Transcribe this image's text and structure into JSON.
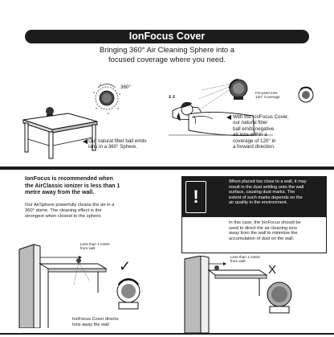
{
  "header": {
    "title": "IonFocus Cover",
    "subtitle_line1": "Bringing 360° Air Cleaning Sphere into a",
    "subtitle_line2": "focused coverage where you need."
  },
  "illustration_left": {
    "label_360": "360°",
    "caption_line1": "Our natural fiber ball emits",
    "caption_line2": "ions in a 360° Sphere."
  },
  "illustration_right": {
    "zz": "z z",
    "label_focused_line1": "Focused Ions",
    "label_focused_line2": "120° Coverage",
    "caption_lines": [
      "With the IonFocus Cover,",
      "our natural fiber",
      "ball emits negative",
      "air ions within a",
      "coverage of 120° in",
      "a forward direction."
    ]
  },
  "section2": {
    "bold_lines": [
      "IonFocus is recommended when",
      "the AirClassic ionizer is less than 1",
      "metre away from the wall."
    ],
    "body_lines": [
      "Our AirSphere powerfully cleans the air in a",
      "360° dome. The cleaning effect is the",
      "strongest when closest to the sphere."
    ],
    "label_distance_left_line1": "Less than 1 metre",
    "label_distance_left_line2": "from wall",
    "label_distance_right_line1": "Less than 1 metre",
    "label_distance_right_line2": "from wall",
    "check_mark": "✓",
    "cross_mark": "X",
    "caption_bottom_line1": "IonFocus Cover directs",
    "caption_bottom_line2": "Ions away the wall"
  },
  "warning": {
    "icon": "!",
    "dark_lines": [
      "When placed too close to a wall, it may",
      "result in the dust settling onto the wall",
      "surface, causing dust marks. The",
      "extent of such marks depends on the",
      "air quality in the environment."
    ],
    "light_lines": [
      "In this case, the IonFocus should be",
      "used to direct the air cleaning ions",
      "away from the wall to minimize the",
      "accumulation of dust on the wall."
    ]
  }
}
